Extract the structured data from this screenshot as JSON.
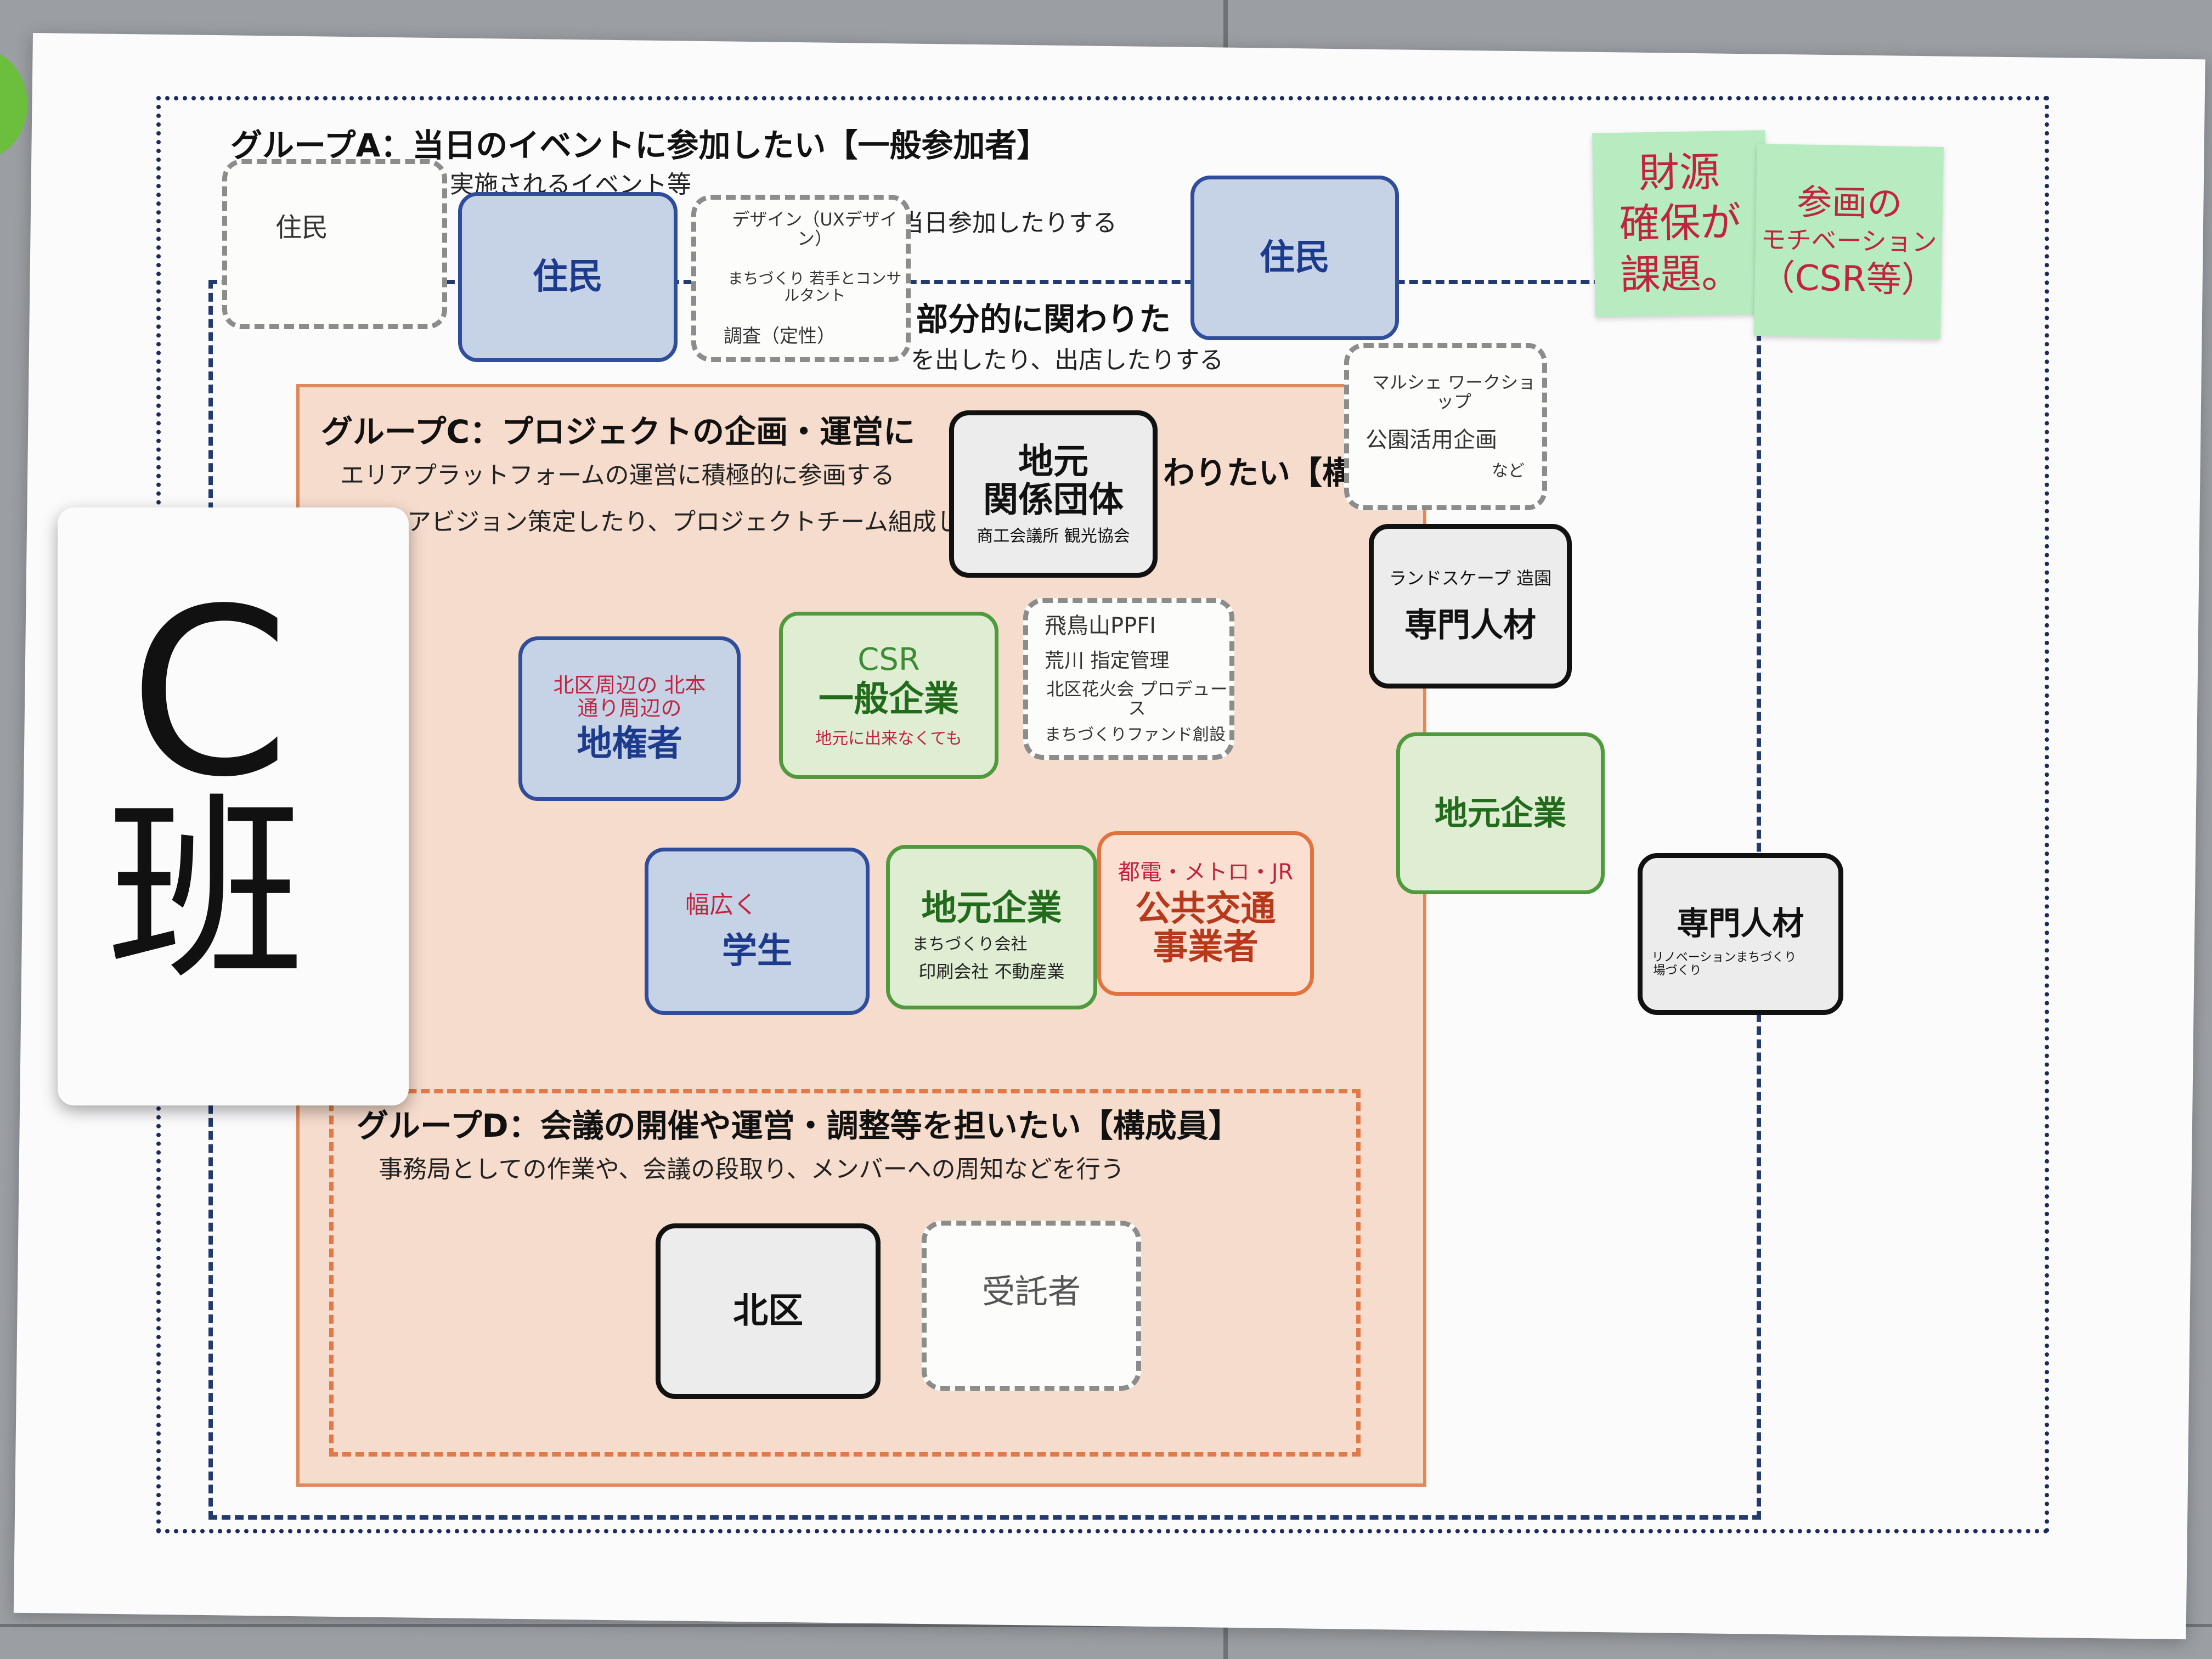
{
  "groupA": {
    "heading": "グループA：当日のイベントに参加したい【一般参加者】",
    "sub_left": "実施されるイベント等",
    "sub_right": "当日参加したりする"
  },
  "groupB": {
    "heading_fragment": "部分的に関わりた",
    "sub_fragment": "を出したり、出店したりする"
  },
  "groupC": {
    "heading_left": "グループC：プロジェクトの企画・運営に",
    "heading_right": "わりたい【構成",
    "sub1": "エリアプラットフォームの運営に積極的に参画する",
    "sub2": "（エリアビジョン策定したり、プロジェクトチーム組成し"
  },
  "groupD": {
    "heading": "グループD：会議の開催や運営・調整等を担いたい【構成員】",
    "sub": "事務局としての作業や、会議の段取り、メンバーへの周知などを行う"
  },
  "table_label": {
    "letter": "C",
    "kanji": "班"
  },
  "cards": {
    "resident_note": "住民",
    "resident1": "住民",
    "resident2": "住民",
    "design_note": [
      "デザイン（UXデザイン）",
      "まちづくり 若手とコンサルタント",
      "調査（定性）"
    ],
    "local_org": {
      "title1": "地元",
      "title2": "関係団体",
      "note": "商工会議所 観光協会"
    },
    "marche_note": [
      "マルシェ ワークショップ",
      "公園活用企画",
      "など"
    ],
    "landscape": {
      "note": "ランドスケープ 造園",
      "title": "専門人材"
    },
    "landowner": {
      "note": "北区周辺の 北本通り周辺の",
      "title": "地権者"
    },
    "csr_company": {
      "note_top": "CSR",
      "title": "一般企業",
      "note_bottom": "地元に出来なくても"
    },
    "asukayama_note": [
      "飛鳥山PPFI",
      "荒川 指定管理",
      "北区花火会 プロデュース",
      "まちづくりファンド創設"
    ],
    "local_company_right": "地元企業",
    "student": {
      "note": "幅広く",
      "title": "学生"
    },
    "local_company": {
      "title": "地元企業",
      "note1": "まちづくり会社",
      "note2": "印刷会社 不動産業"
    },
    "transit": {
      "note": "都電・メトロ・JR",
      "title1": "公共交通",
      "title2": "事業者"
    },
    "specialist_right": {
      "title": "専門人材",
      "note1": "リノベーションまちづくり",
      "note2": "場づくり"
    },
    "kitaku": "北区",
    "contractor_note": "受託者"
  },
  "stickies": {
    "funding": [
      "財源",
      "確保が",
      "課題。"
    ],
    "motivation": [
      "参画の",
      "モチベーション",
      "（CSR等）"
    ]
  }
}
